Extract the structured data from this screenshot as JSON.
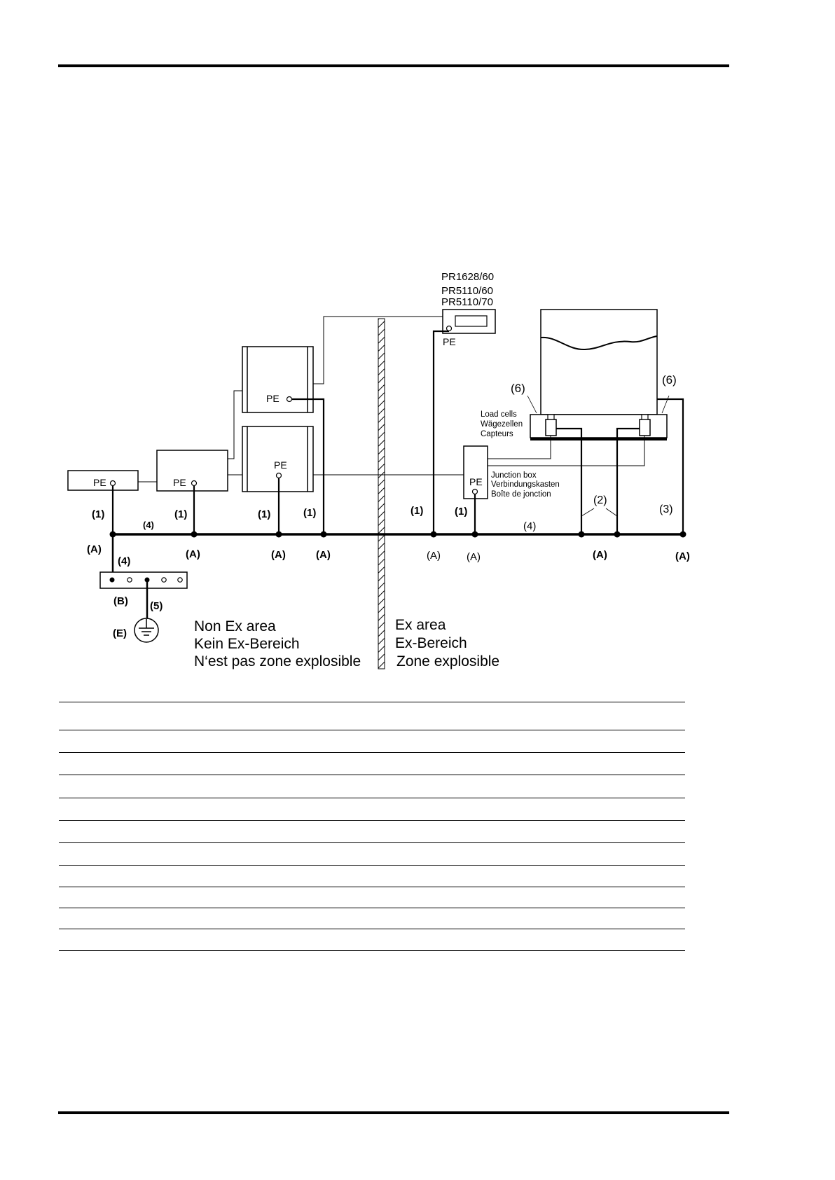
{
  "header": {
    "rule": "top"
  },
  "diagram": {
    "models": [
      "PR1628/60",
      "PR5110/60",
      "PR5110/70"
    ],
    "pe": "PE",
    "load_cells": [
      "Load cells",
      "Wägezellen",
      "Capteurs"
    ],
    "junction_box": [
      "Junction box",
      "Verbindungskasten",
      "Boîte de jonction"
    ],
    "non_ex_area": [
      "Non Ex area",
      "Kein Ex-Bereich",
      "N‘est pas zone explosible"
    ],
    "ex_area": [
      "Ex area",
      "Ex-Bereich",
      "Zone explosible"
    ],
    "labels": {
      "one": "(1)",
      "two": "(2)",
      "three": "(3)",
      "four": "(4)",
      "five": "(5)",
      "six": "(6)",
      "a": "(A)",
      "b": "(B)",
      "e": "(E)"
    }
  },
  "table": {
    "row_count": 11
  }
}
